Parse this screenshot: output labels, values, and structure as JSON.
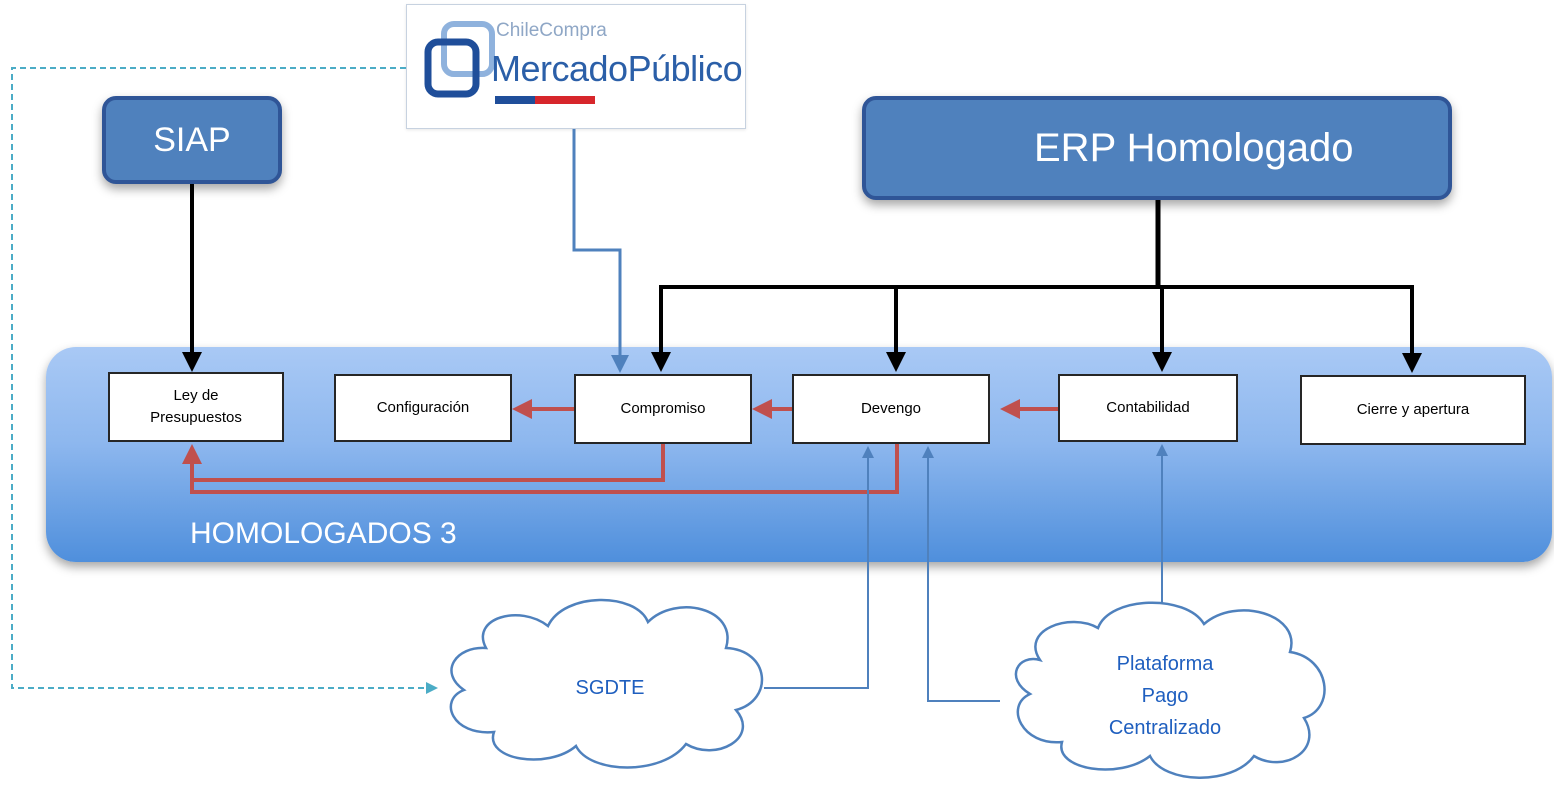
{
  "container": {
    "label": "HOMOLOGADOS 3"
  },
  "systems": {
    "siap": "SIAP",
    "erp": "ERP Homologado",
    "mercado_publico": {
      "brand_small": "ChileCompra",
      "brand_large": "MercadoPúblico"
    }
  },
  "modules": {
    "ley": [
      "Ley de",
      "Presupuestos"
    ],
    "configuracion": "Configuración",
    "compromiso": "Compromiso",
    "devengo": "Devengo",
    "contabilidad": "Contabilidad",
    "cierre": "Cierre y apertura"
  },
  "clouds": {
    "sgdte": "SGDTE",
    "plataforma": [
      "Plataforma",
      "Pago",
      "Centralizado"
    ]
  },
  "colors": {
    "container_top": "#a9c9f5",
    "container_bottom": "#4f8fdc",
    "system_fill": "#4f81bd",
    "system_border": "#2f5597",
    "feedback_arrow": "#c0504d",
    "data_arrow": "#4f81bd",
    "control_arrow": "#000000",
    "dashed_link": "#4bacc6",
    "cloud_text": "#1f5fbf",
    "flag_blue": "#1f4e9a",
    "flag_red": "#d7262b"
  }
}
